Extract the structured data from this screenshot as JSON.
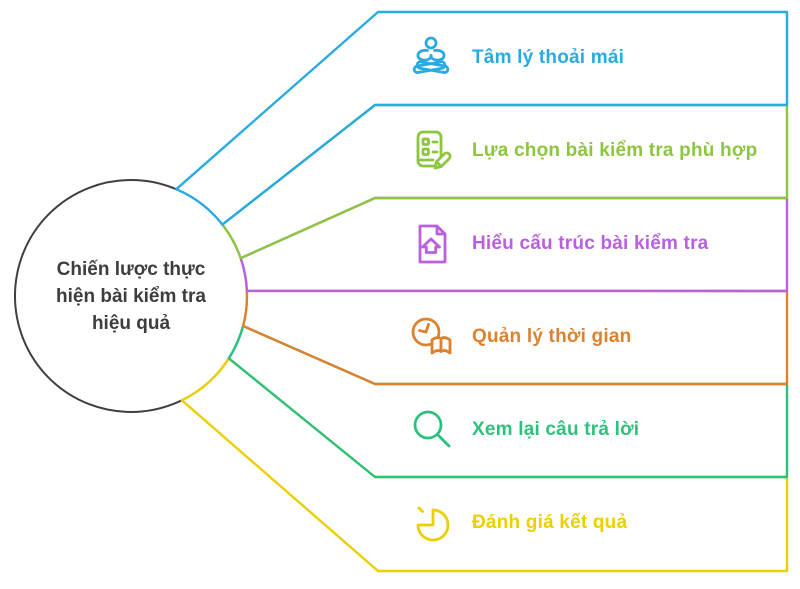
{
  "center": {
    "title": "Chiến lược thực hiện bài kiểm tra hiệu quả",
    "lines": [
      "Chiến lược thực",
      "hiện bài kiểm tra",
      "hiệu quả"
    ]
  },
  "items": [
    {
      "label": "Tâm lý thoải mái",
      "color": "#29abe2",
      "icon": "meditation-icon"
    },
    {
      "label": "Lựa chọn bài kiểm tra phù hợp",
      "color": "#8cc63f",
      "icon": "checklist-pencil-icon"
    },
    {
      "label": "Hiểu cấu trúc bài kiểm tra",
      "color": "#b95fe0",
      "icon": "document-home-icon"
    },
    {
      "label": "Quản lý thời gian",
      "color": "#dd812e",
      "icon": "clock-book-icon"
    },
    {
      "label": "Xem lại câu trả lời",
      "color": "#2cc17c",
      "icon": "magnifier-icon"
    },
    {
      "label": "Đánh giá kết quả",
      "color": "#eccf00",
      "icon": "pie-chart-icon"
    }
  ],
  "style": {
    "background": "#ffffff",
    "hub_border": "#3f3f3f",
    "center_text": "#3d3d3d"
  }
}
